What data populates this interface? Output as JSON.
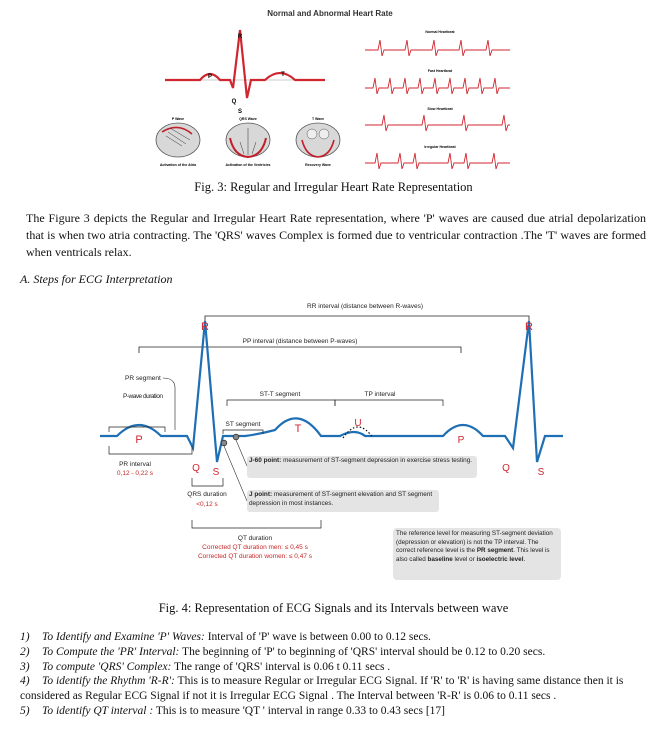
{
  "fig3": {
    "title": "Normal and Abnormal Heart Rate",
    "waves": {
      "R": "R",
      "P": "P",
      "T": "T",
      "Q": "Q",
      "S": "S"
    },
    "heart_labels": [
      "P Wave",
      "QRS Wave",
      "T Wave"
    ],
    "heart_captions": [
      "Activation of the Atria",
      "Activation of the Ventricles",
      "Recovery Wave"
    ],
    "strip_labels": [
      "Normal Heartbeat",
      "Fast Heartbeat",
      "Slow Heartbeat",
      "Irregular Heartbeat"
    ]
  },
  "caption3": "Fig. 3: Regular and Irregular Heart Rate Representation",
  "paragraph": "The Figure 3 depicts the Regular and Irregular Heart Rate representation, where 'P' waves are caused due atrial depolarization that is when two atria contracting. The 'QRS' waves Complex is formed due to ventricular contraction .The 'T' waves are formed when ventricals relax.",
  "section_heading": "A.   Steps for ECG Interpretation",
  "fig4": {
    "rr_interval": "RR interval (distance between R-waves)",
    "pp_interval": "PP interval (distance between P-waves)",
    "pr_segment": "PR segment",
    "p_wave_duration": "P-wave duration",
    "st_t_segment": "ST-T segment",
    "tp_interval": "TP interval",
    "st_segment": "ST segment",
    "r_left": "R",
    "r_right": "R",
    "p_left": "P",
    "p_right": "P",
    "t": "T",
    "u": "U",
    "q_left": "Q",
    "s_left": "S",
    "q_right": "Q",
    "s_right": "S",
    "pr_interval": "PR interval",
    "pr_interval_value": "0,12 - 0,22 s",
    "qrs_duration": "QRS duration",
    "qrs_duration_value": "<0,12 s",
    "j60_bold": "J-60 point:",
    "j60_text": "measurement of ST-segment depression in exercise stress testing.",
    "j_bold": "J point:",
    "j_text": "measurement of ST-segment elevation and ST segment depression in most instances.",
    "qt_duration": "QT duration",
    "qt_men": "Corrected QT duration men: ≤ 0,45 s",
    "qt_women": "Corrected QT duration women: ≤ 0,47 s",
    "ref_note_1": "The reference level for measuring ST-segment deviation (depression or elevation) is not the TP interval. The correct reference level is the ",
    "ref_note_bold1": "PR segment",
    "ref_note_2": ". This level is also called ",
    "ref_note_bold2": "baseline",
    "ref_note_3": " level or ",
    "ref_note_bold3": "isoelectric level",
    "ref_note_4": "."
  },
  "caption4": "Fig. 4: Representation of ECG Signals and its Intervals between wave",
  "steps": [
    {
      "num": "1)",
      "title": "To Identify and Examine 'P' Waves:",
      "text": " Interval of 'P' wave is between 0.00 to 0.12 secs."
    },
    {
      "num": "2)",
      "title": "To Compute the 'PR' Interval:",
      "text": " The beginning of 'P' to beginning of 'QRS' interval should be 0.12 to 0.20 secs."
    },
    {
      "num": "3)",
      "title": "To compute 'QRS' Complex:",
      "text": " The range of 'QRS' interval is 0.06 t 0.11 secs ."
    },
    {
      "num": "4)",
      "title": "To identify the Rhythm 'R-R':",
      "text": " This is to measure Regular or Irregular ECG Signal. If 'R' to 'R' is having same distance then it is",
      "cont": "considered as Regular ECG Signal if not it is Irregular ECG Signal . The Interval between 'R-R' is  0.06 to 0.11 secs ."
    },
    {
      "num": "5)",
      "title": "To identify QT interval :",
      "text": " This is to measure 'QT ' interval in range 0.33 to 0.43 secs [17]"
    }
  ]
}
